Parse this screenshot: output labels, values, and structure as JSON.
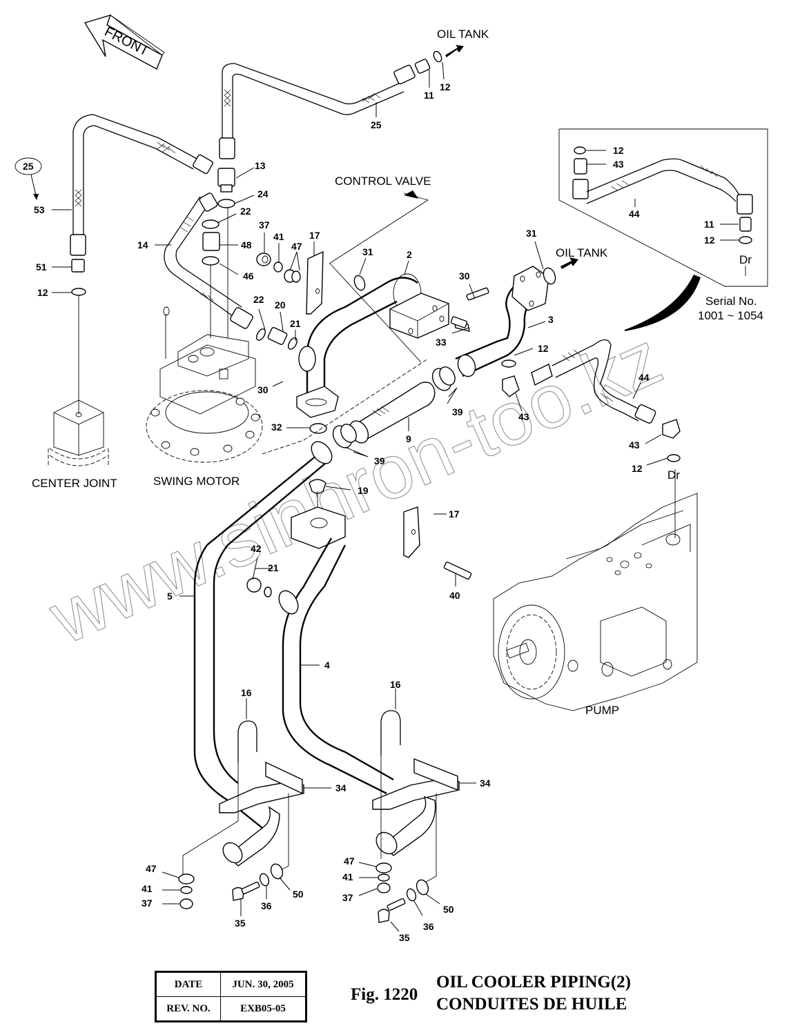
{
  "figure": {
    "number_label": "Fig. 1220",
    "title_en": "OIL COOLER PIPING(2)",
    "title_fr": "CONDUITES DE HUILE"
  },
  "title_block": {
    "date_label": "DATE",
    "date_value": "JUN. 30, 2005",
    "rev_label": "REV. NO.",
    "rev_value": "EXB05-05"
  },
  "orientation": {
    "front_label": "FRONT"
  },
  "component_labels": {
    "oil_tank_top": "OIL TANK",
    "oil_tank_right": "OIL TANK",
    "control_valve": "CONTROL VALVE",
    "center_joint": "CENTER JOINT",
    "swing_motor": "SWING MOTOR",
    "pump": "PUMP",
    "drain_inset": "Dr",
    "drain_main": "Dr"
  },
  "inset": {
    "serial_label": "Serial No.",
    "serial_range": "1001 ~ 1054",
    "callouts": [
      "12",
      "43",
      "44",
      "11",
      "12"
    ]
  },
  "reference_callout": {
    "circled": "25",
    "points_to": "53"
  },
  "watermark": "www.sinhron-too.kz",
  "callouts": [
    {
      "id": "c1",
      "text": "11"
    },
    {
      "id": "c2",
      "text": "12"
    },
    {
      "id": "c3",
      "text": "25"
    },
    {
      "id": "c4",
      "text": "13"
    },
    {
      "id": "c5",
      "text": "24"
    },
    {
      "id": "c6",
      "text": "22"
    },
    {
      "id": "c7",
      "text": "48"
    },
    {
      "id": "c8",
      "text": "46"
    },
    {
      "id": "c9",
      "text": "14"
    },
    {
      "id": "c10",
      "text": "53"
    },
    {
      "id": "c11",
      "text": "51"
    },
    {
      "id": "c12",
      "text": "12"
    },
    {
      "id": "c13",
      "text": "37"
    },
    {
      "id": "c14",
      "text": "41"
    },
    {
      "id": "c15",
      "text": "47"
    },
    {
      "id": "c16",
      "text": "17"
    },
    {
      "id": "c17",
      "text": "31"
    },
    {
      "id": "c18",
      "text": "2"
    },
    {
      "id": "c19",
      "text": "31"
    },
    {
      "id": "c20",
      "text": "30"
    },
    {
      "id": "c21",
      "text": "3"
    },
    {
      "id": "c22",
      "text": "33"
    },
    {
      "id": "c23",
      "text": "22"
    },
    {
      "id": "c24",
      "text": "20"
    },
    {
      "id": "c25",
      "text": "21"
    },
    {
      "id": "c26",
      "text": "30"
    },
    {
      "id": "c27",
      "text": "12"
    },
    {
      "id": "c28",
      "text": "43"
    },
    {
      "id": "c29",
      "text": "39"
    },
    {
      "id": "c30",
      "text": "9"
    },
    {
      "id": "c31",
      "text": "32"
    },
    {
      "id": "c32",
      "text": "39"
    },
    {
      "id": "c33",
      "text": "44"
    },
    {
      "id": "c34",
      "text": "43"
    },
    {
      "id": "c35",
      "text": "12"
    },
    {
      "id": "c36",
      "text": "19"
    },
    {
      "id": "c37",
      "text": "17"
    },
    {
      "id": "c38",
      "text": "42"
    },
    {
      "id": "c39",
      "text": "21"
    },
    {
      "id": "c40",
      "text": "40"
    },
    {
      "id": "c41",
      "text": "5"
    },
    {
      "id": "c42",
      "text": "4"
    },
    {
      "id": "c43",
      "text": "16"
    },
    {
      "id": "c44",
      "text": "16"
    },
    {
      "id": "c45",
      "text": "34"
    },
    {
      "id": "c46",
      "text": "34"
    },
    {
      "id": "c47",
      "text": "47"
    },
    {
      "id": "c48",
      "text": "41"
    },
    {
      "id": "c49",
      "text": "37"
    },
    {
      "id": "c50",
      "text": "35"
    },
    {
      "id": "c51",
      "text": "36"
    },
    {
      "id": "c52",
      "text": "50"
    },
    {
      "id": "c53",
      "text": "47"
    },
    {
      "id": "c54",
      "text": "41"
    },
    {
      "id": "c55",
      "text": "37"
    },
    {
      "id": "c56",
      "text": "35"
    },
    {
      "id": "c57",
      "text": "36"
    },
    {
      "id": "c58",
      "text": "50"
    }
  ]
}
